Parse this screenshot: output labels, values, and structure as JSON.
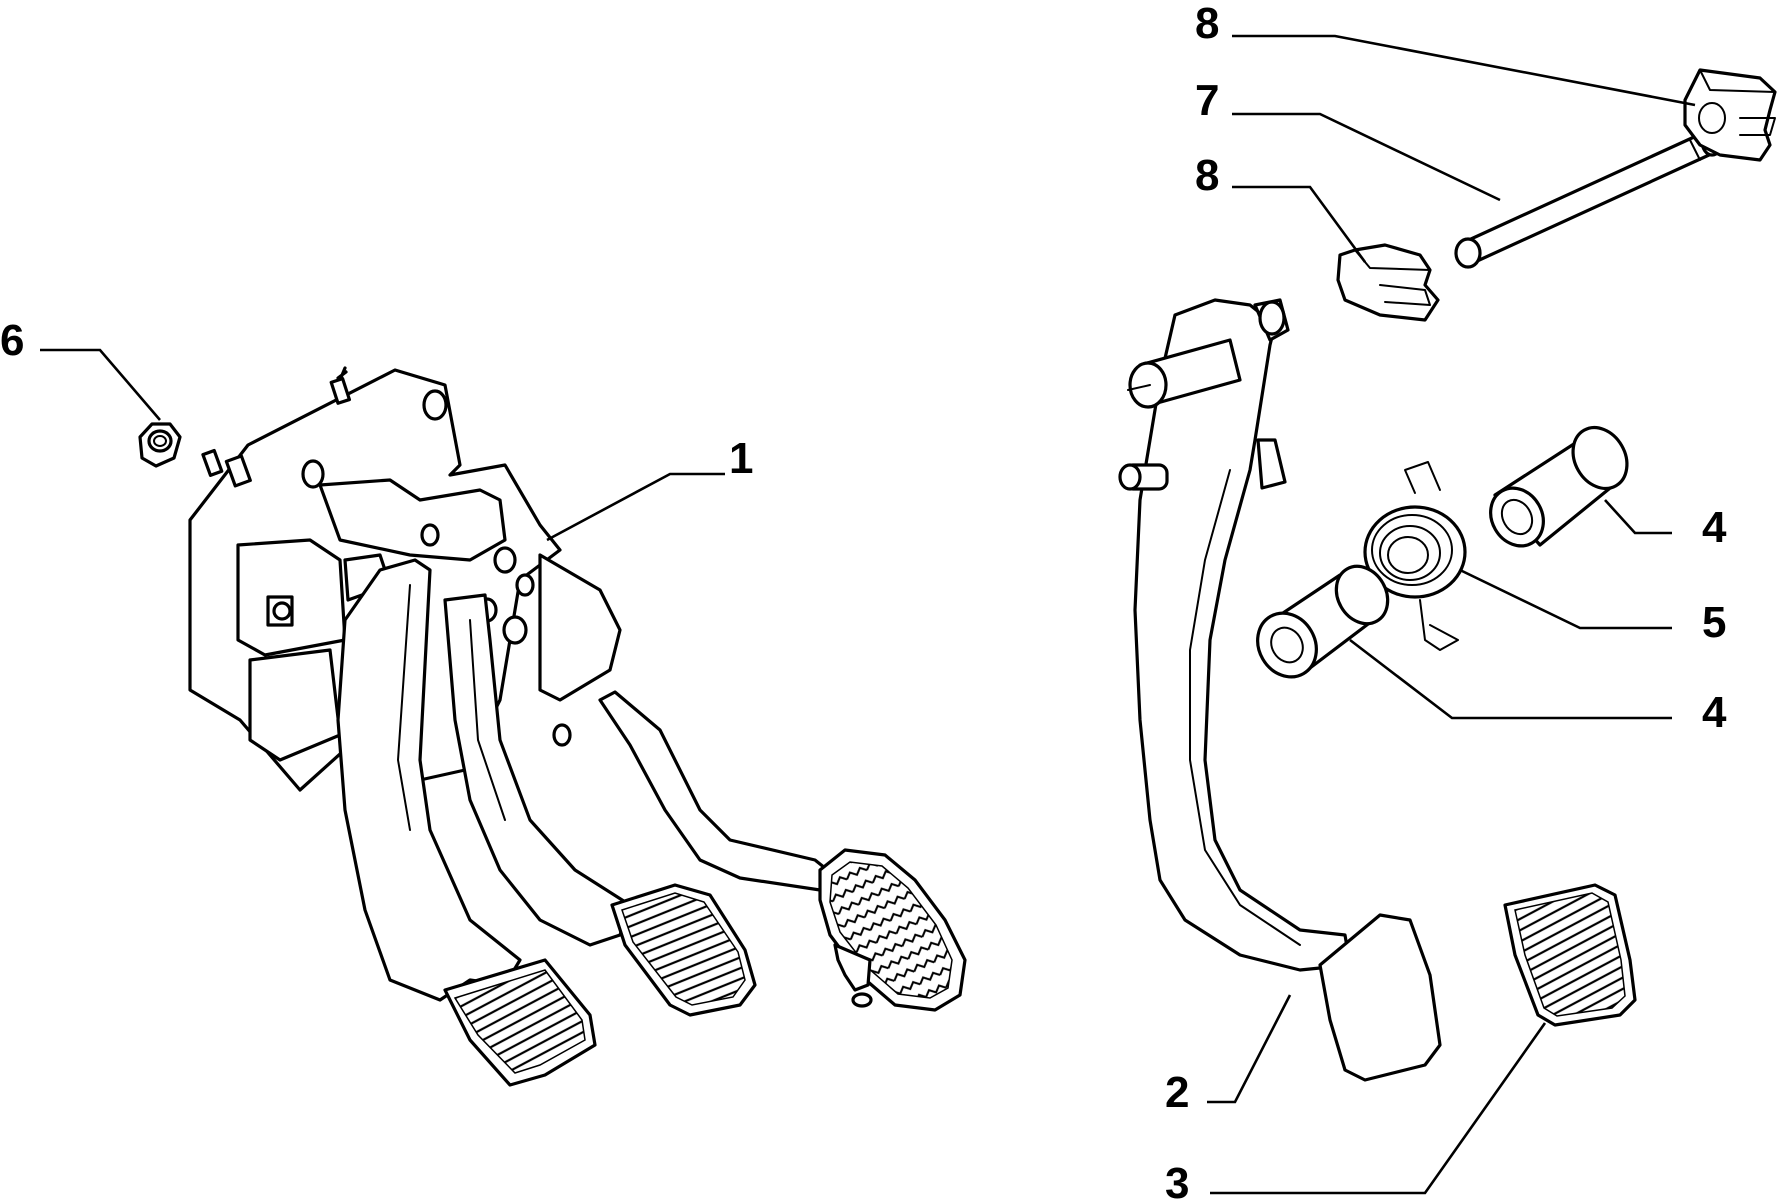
{
  "callouts": [
    {
      "id": "c1",
      "label": "1"
    },
    {
      "id": "c2",
      "label": "2"
    },
    {
      "id": "c3",
      "label": "3"
    },
    {
      "id": "c4a",
      "label": "4"
    },
    {
      "id": "c4b",
      "label": "4"
    },
    {
      "id": "c5",
      "label": "5"
    },
    {
      "id": "c6",
      "label": "6"
    },
    {
      "id": "c7",
      "label": "7"
    },
    {
      "id": "c8a",
      "label": "8"
    },
    {
      "id": "c8b",
      "label": "8"
    }
  ]
}
